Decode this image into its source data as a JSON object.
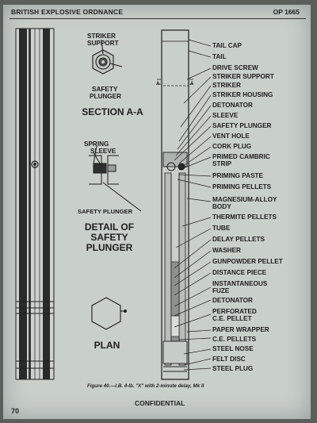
{
  "header": {
    "left": "BRITISH EXPLOSIVE ORDNANCE",
    "right": "OP 1665"
  },
  "section_aa": {
    "labels": [
      "STRIKER",
      "SUPPORT",
      "SAFETY",
      "PLUNGER"
    ],
    "title": "SECTION A-A"
  },
  "detail": {
    "labels": [
      "SPRING",
      "SLEEVE",
      "SAFETY PLUNGER"
    ],
    "title": [
      "DETAIL OF",
      "SAFETY",
      "PLUNGER"
    ]
  },
  "plan": {
    "title": "PLAN"
  },
  "section_marks": [
    "A",
    "A"
  ],
  "callouts": [
    "TAIL CAP",
    "TAIL",
    "DRIVE SCREW",
    "STRIKER SUPPORT",
    "STRIKER",
    "STRIKER HOUSING",
    "DETONATOR",
    "SLEEVE",
    "SAFETY PLUNGER",
    "VENT HOLE",
    "CORK PLUG",
    "PRIMED CAMBRIC",
    "STRIP",
    "PRIMING PASTE",
    "PRIMING PELLETS",
    "MAGNESIUM-ALLOY",
    "BODY",
    "THERMITE PELLETS",
    "TUBE",
    "DELAY PELLETS",
    "WASHER",
    "GUNPOWDER PELLET",
    "DISTANCE PIECE",
    "INSTANTANEOUS",
    "FUZE",
    "DETONATOR",
    "PERFORATED",
    "C.E. PELLET",
    "PAPER WRAPPER",
    "C.E. PELLETS",
    "STEEL NOSE",
    "FELT DISC",
    "STEEL PLUG"
  ],
  "caption": "Figure 40.—I.B. 4-lb. \"X\" with 2-minute delay, Mk II",
  "footer": {
    "page_number": "70",
    "classification": "CONFIDENTIAL"
  }
}
